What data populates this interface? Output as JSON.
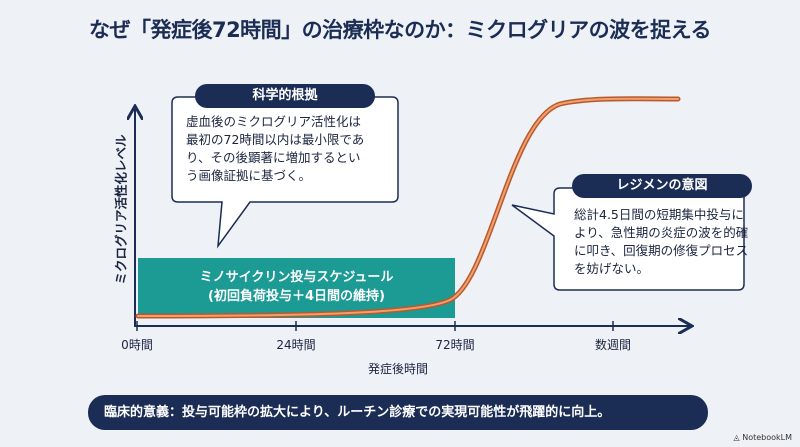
{
  "title": "なぜ「発症後72時間」の治療枠なのか：ミクログリアの波を捉える",
  "y_axis_label": "ミクログリア活性化レベル",
  "x_axis_label": "発症後時間",
  "x_ticks": [
    "0時間",
    "24時間",
    "72時間",
    "数週間"
  ],
  "schedule_box": {
    "line1": "ミノサイクリン投与スケジュール",
    "line2": "(初回負荷投与＋4日間の維持)"
  },
  "callout_science": {
    "header": "科学的根拠",
    "lines": [
      "虚血後のミクログリア活性化は",
      "最初の72時間以内は最小限であ",
      "り、その後顕著に増加するとい",
      "う画像証拠に基づく。"
    ]
  },
  "callout_regimen": {
    "header": "レジメンの意図",
    "lines": [
      "総計4.5日間の短期集中投与に",
      "より、急性期の炎症の波を的確",
      "に叩き、回復期の修復プロセス",
      "を妨げない。"
    ]
  },
  "banner": "臨床的意義：投与可能枠の拡大により、ルーチン診療での実現可能性が飛躍的に向上。",
  "logo": "NotebookLM",
  "colors": {
    "navy": "#1b2d55",
    "teal": "#1c9a94",
    "curve": "#d9743f"
  }
}
